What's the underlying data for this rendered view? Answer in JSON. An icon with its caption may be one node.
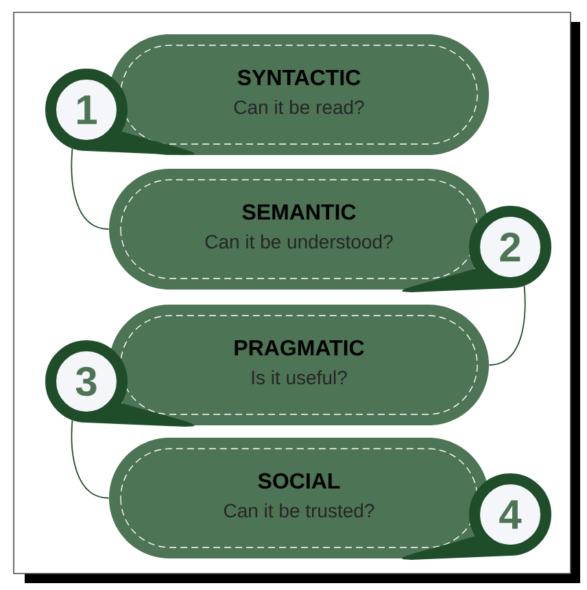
{
  "diagram": {
    "nodes": [
      {
        "text": [
          "SYNTACTIC",
          "Can it be read?"
        ]
      },
      {
        "text": [
          "1"
        ]
      },
      {
        "text": [
          "SEMANTIC",
          "Can it be understood?"
        ]
      },
      {
        "text": [
          "2"
        ]
      },
      {
        "text": [
          "PRAGMATIC",
          "Is it useful?"
        ]
      },
      {
        "text": [
          "3"
        ]
      },
      {
        "text": [
          "SOCIAL",
          "Can it be trusted?"
        ]
      },
      {
        "text": [
          "4"
        ]
      }
    ],
    "edges": [
      {
        "from": 1,
        "to": 2,
        "arrow": "none"
      },
      {
        "from": 3,
        "to": 4,
        "arrow": "none"
      },
      {
        "from": 5,
        "to": 6,
        "arrow": "none"
      }
    ]
  }
}
